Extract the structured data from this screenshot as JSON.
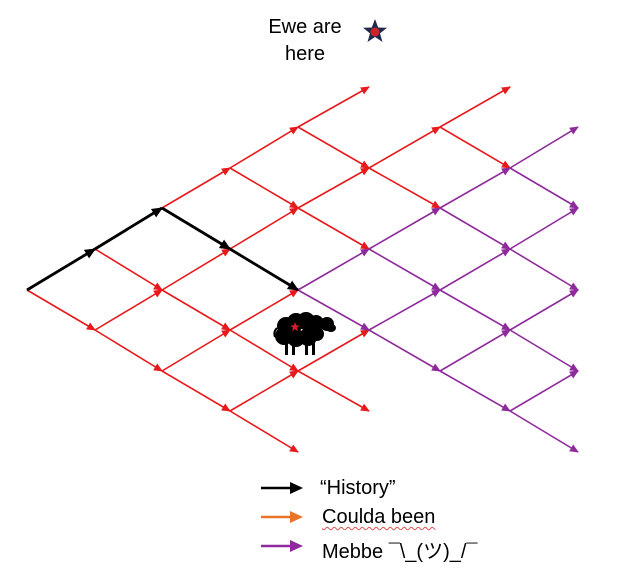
{
  "annotation": {
    "line1": "Ewe are",
    "line2": "here",
    "marker_icon": "star-icon",
    "marker_fill": "#1f2a4d",
    "marker_center": "#d0212b"
  },
  "colors": {
    "history": "#000000",
    "coulda": "#e8191a",
    "mebbe": "#8e2a9b",
    "legend_orange": "#e8742a"
  },
  "legend": {
    "items": [
      {
        "label": "“History”",
        "color": "#000000",
        "icon": "arrow-icon"
      },
      {
        "label": "Coulda been",
        "color": "#e8742a",
        "icon": "arrow-icon",
        "squiggle": "Coulda"
      },
      {
        "label": "Mebbe ¯\\_(ツ)_/¯",
        "color": "#8e2a9b",
        "icon": "arrow-icon",
        "squiggle": "Mebbe"
      }
    ]
  },
  "sheep": {
    "icon": "sheep-icon",
    "fill": "#000000",
    "marker": "#d0212b"
  }
}
